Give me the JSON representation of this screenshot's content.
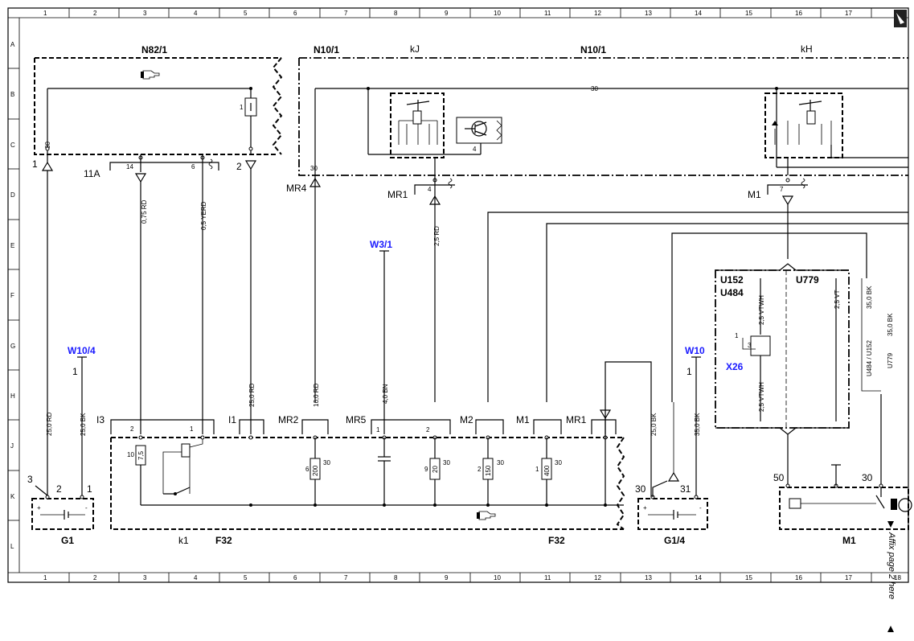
{
  "grid": {
    "columns": [
      "1",
      "2",
      "3",
      "4",
      "5",
      "6",
      "7",
      "8",
      "9",
      "10",
      "11",
      "12",
      "13",
      "14",
      "15",
      "16",
      "17",
      "18"
    ],
    "rows": [
      "A",
      "B",
      "C",
      "D",
      "E",
      "F",
      "G",
      "H",
      "J",
      "K",
      "L"
    ]
  },
  "components": {
    "n82_1": "N82/1",
    "n10_1_left": "N10/1",
    "kj": "kJ",
    "n10_1_right": "N10/1",
    "kh": "kH",
    "g1": "G1",
    "k1": "k1",
    "f32_left": "F32",
    "f32_right": "F32",
    "g1_4": "G1/4",
    "m1": "M1",
    "u152": "U152",
    "u484": "U484",
    "u779": "U779",
    "x26": "X26"
  },
  "blue_labels": {
    "w10_4": "W10/4",
    "w3_1": "W3/1",
    "w10": "W10",
    "x26": "X26"
  },
  "connectors": {
    "mr4": "MR4",
    "mr1_top": "MR1",
    "m1_top": "M1",
    "i3": "I3",
    "i1": "I1",
    "mr2": "MR2",
    "mr5": "MR5",
    "m2": "M2",
    "m1_bottom": "M1",
    "mr1_bottom": "MR1",
    "11a": "11A"
  },
  "wires": {
    "w25rd_left": "25,0 RD",
    "w25bk_left": "25,0 BK",
    "w075rd": "0,75 RD",
    "w05yerd": "0,5 YERD",
    "w25rd_mid": "25,0 RD",
    "w16rd": "16,0 RD",
    "w40bn": "4,0 BN",
    "w25rd_small": "2,5 RD",
    "w25bk_right": "25,0 BK",
    "w35bk": "35,0 BK",
    "w25vtwh_top": "2,5 VTWH",
    "w25vtwh_bot": "2,5 VTWH",
    "w25vt": "2,5 VT",
    "w35bk_u": "35,0 BK",
    "w35bk_u2": "35,0 BK",
    "u484_u152": "U484 / U152",
    "u779_label": "U779"
  },
  "fuses": {
    "f1": "7,5",
    "f2": "200",
    "f3": "20",
    "f4": "150",
    "f5": "400"
  },
  "pins": {
    "p30_bus": "30",
    "p1_n82": "1",
    "p30_n82": "30",
    "p1_left": "1",
    "p14": "14",
    "p6": "6",
    "p2_n82": "2",
    "p30_n10": "30",
    "p4_kj": "4",
    "p4_mr1": "4",
    "p7_m1": "7",
    "p1_w10_4": "1",
    "p1_w10": "1",
    "p3_g1": "3",
    "p2_g1": "2",
    "p1_g1": "1",
    "p2_f32a": "2",
    "p1_f32a": "1",
    "p10": "10",
    "p1_mr5": "1",
    "p2_mr5": "2",
    "p6_f": "6",
    "p30_f1": "30",
    "p9_f": "9",
    "p30_f2": "30",
    "p2_f": "2",
    "p30_f3": "30",
    "p1_f": "1",
    "p30_f4": "30",
    "p30_g14": "30",
    "p31_g14": "31",
    "p1_x26": "1",
    "p3_x26": "3",
    "p50": "50",
    "p30_m1": "30",
    "plus": "+",
    "minus": "-",
    "plus2": "+",
    "minus2": "-"
  },
  "side_note": "Affix page 2 here",
  "icons": [
    "hand-pointer-icon",
    "page-corner-icon",
    "transistor-icon",
    "fuse-icon",
    "battery-icon",
    "motor-icon"
  ]
}
